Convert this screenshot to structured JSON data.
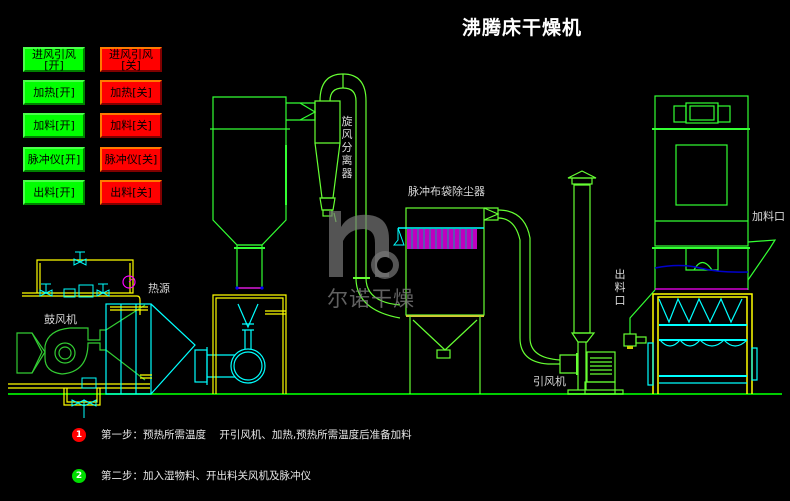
{
  "title": "沸腾床干燥机",
  "controls": [
    {
      "id": "intake-fan",
      "on_label": "进风引风\n[开]",
      "off_label": "进风引风\n[关]"
    },
    {
      "id": "heating",
      "on_label": "加热[开]",
      "off_label": "加热[关]"
    },
    {
      "id": "feeding",
      "on_label": "加料[开]",
      "off_label": "加料[关]"
    },
    {
      "id": "pulse",
      "on_label": "脉冲仪[开]",
      "off_label": "脉冲仪[关]"
    },
    {
      "id": "discharge",
      "on_label": "出料[开]",
      "off_label": "出料[关]"
    }
  ],
  "diagram_labels": {
    "heat_source": "热源",
    "blower": "鼓风机",
    "cyclone": "旋风分离器",
    "bag_filter": "脉冲布袋除尘器",
    "induced_fan": "引风机",
    "outlet": "出料口",
    "inlet": "加料口"
  },
  "watermark": "尔诺干燥",
  "steps": [
    {
      "number": "1",
      "text": "第一步：预热所需温度    开引风机、加热,预热所需温度后准备加料",
      "color": "#ff0000"
    },
    {
      "number": "2",
      "text": "第二步：加入湿物料、开出料关风机及脉冲仪",
      "color": "#00dd00"
    }
  ],
  "colors": {
    "on_button": "#00ff00",
    "off_button": "#ff0000",
    "equipment_green": "#66ff33",
    "pipe_yellow": "#ffff00",
    "duct_cyan": "#00ffff",
    "ground": "#00cc00"
  }
}
